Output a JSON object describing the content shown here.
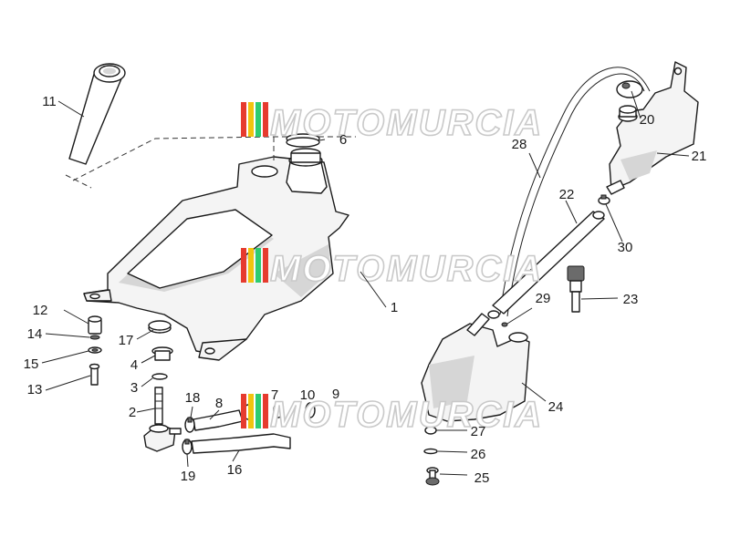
{
  "watermark": {
    "text": "MOTOMURCIA",
    "stripe_colors": [
      "#e63b2e",
      "#f1c40f",
      "#2ecc71",
      "#e63b2e"
    ]
  },
  "parts": [
    {
      "id": "1"
    },
    {
      "id": "2"
    },
    {
      "id": "3"
    },
    {
      "id": "4"
    },
    {
      "id": "6"
    },
    {
      "id": "7"
    },
    {
      "id": "8"
    },
    {
      "id": "9"
    },
    {
      "id": "10"
    },
    {
      "id": "11"
    },
    {
      "id": "12"
    },
    {
      "id": "13"
    },
    {
      "id": "14"
    },
    {
      "id": "15"
    },
    {
      "id": "16"
    },
    {
      "id": "17"
    },
    {
      "id": "18"
    },
    {
      "id": "19"
    },
    {
      "id": "20"
    },
    {
      "id": "21"
    },
    {
      "id": "22"
    },
    {
      "id": "23"
    },
    {
      "id": "24"
    },
    {
      "id": "25"
    },
    {
      "id": "26"
    },
    {
      "id": "27"
    },
    {
      "id": "28"
    },
    {
      "id": "29"
    },
    {
      "id": "30"
    }
  ]
}
